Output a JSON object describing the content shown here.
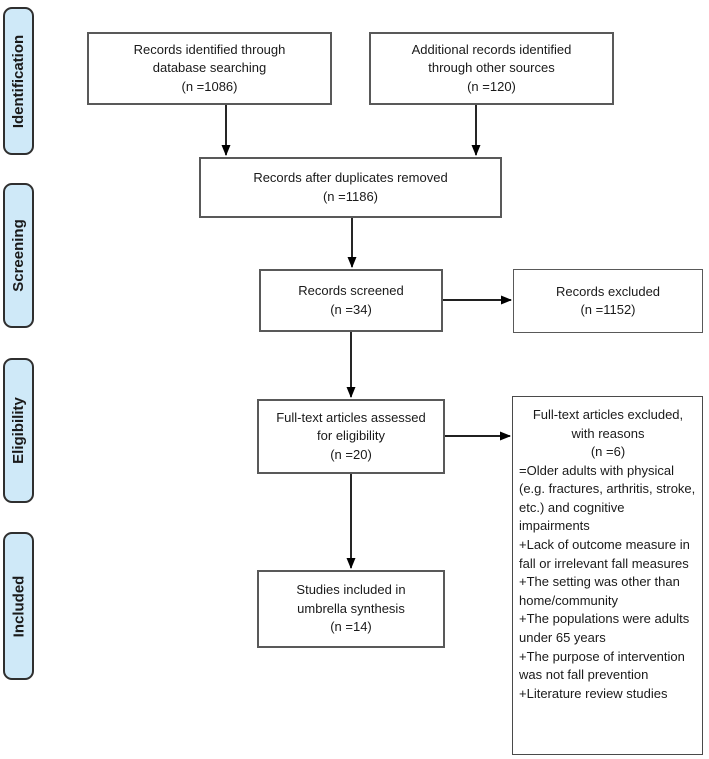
{
  "diagram_type": "PRISMA flow diagram",
  "colors": {
    "background": "#ffffff",
    "phase_fill": "#cfe9f8",
    "phase_border": "#2f2f2f",
    "box_border": "#595959",
    "arrow": "#000000",
    "text": "#1a1a1a"
  },
  "phases": [
    {
      "label": "Identification"
    },
    {
      "label": "Screening"
    },
    {
      "label": "Eligibility"
    },
    {
      "label": "Included"
    }
  ],
  "boxes": {
    "db_search": {
      "text": "Records identified through\ndatabase searching\n(n =1086)"
    },
    "other_sources": {
      "text": "Additional records identified\nthrough other sources\n(n =120)"
    },
    "duplicates_removed": {
      "text": "Records after duplicates removed\n(n =1186)"
    },
    "screened": {
      "text": "Records screened\n(n =34)"
    },
    "records_excluded": {
      "text": "Records excluded\n(n =1152)"
    },
    "fulltext_assessed": {
      "text": "Full-text articles assessed\nfor eligibility\n(n =20)"
    },
    "fulltext_excluded": {
      "header": "Full-text articles excluded,\nwith reasons\n(n =6)",
      "reasons": [
        "=Older adults with physical (e.g. fractures, arthritis, stroke, etc.) and cognitive impairments",
        "+Lack of outcome measure in fall or irrelevant fall measures",
        "+The setting was other than home/community",
        "+The populations were adults under 65 years",
        "+The purpose of intervention was not fall prevention",
        "+Literature review studies"
      ]
    },
    "included_synthesis": {
      "text": "Studies included in\numbrella synthesis\n(n =14)"
    }
  }
}
